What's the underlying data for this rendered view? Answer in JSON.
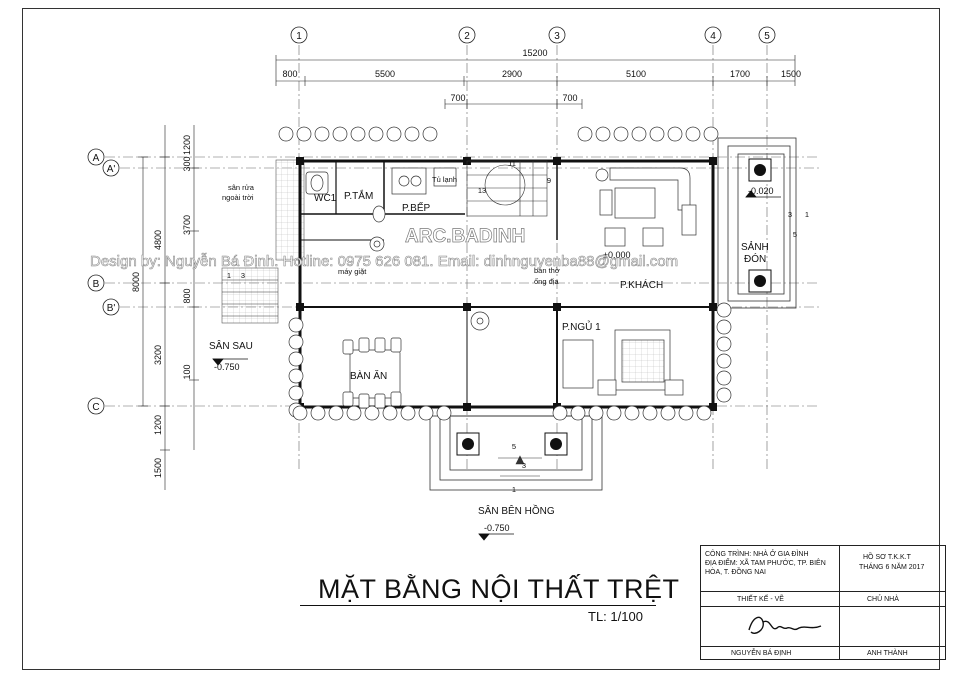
{
  "grid_axes": {
    "columns": [
      "1",
      "2",
      "3",
      "4",
      "5"
    ],
    "rows": [
      "A",
      "A'",
      "B",
      "B'",
      "C"
    ]
  },
  "dimensions": {
    "overall_width": "15200",
    "top_segments": [
      "800",
      "5500",
      "2900",
      "5100",
      "1700",
      "1500"
    ],
    "small_top": [
      "700",
      "700"
    ],
    "left_total": "8000",
    "left_segments": [
      "1200",
      "300",
      "3700",
      "4800",
      "800",
      "3200",
      "1200",
      "1500"
    ],
    "left_mid": "100"
  },
  "rooms": {
    "wc": "WC1",
    "bath": "P.TẮM",
    "kitchen": "P.BẾP",
    "fridge": "Tủ lạnh",
    "living": "P.KHÁCH",
    "bedroom": "P.NGỦ 1",
    "dining": "BÀN ĂN",
    "back_yard": "SÂN SAU",
    "side_yard": "SÂN BÊN HỒNG",
    "lobby_a": "SẢNH",
    "lobby_b": "ĐÓN",
    "washing_a": "sân rửa",
    "washing_b": "ngoài trời",
    "washer": "máy giặt",
    "altar_a": "bàn thờ",
    "altar_b": "ống địa"
  },
  "levels": {
    "back_yard": "-0.750",
    "side_yard": "-0.750",
    "lobby": "-0.020",
    "main": "±0.000"
  },
  "stair_numbers": [
    "11",
    "13",
    "9",
    "5",
    "1",
    "3",
    "3",
    "5",
    "1",
    "1",
    "3"
  ],
  "watermark": {
    "studio": "ARC.BADINH",
    "credit": "Design by: Nguyễn Bá Định. Hotline: 0975 626 081. Email: dinhnguyenba88@gmail.com"
  },
  "title": {
    "main": "MẶT BẰNG NỘI THẤT TRỆT",
    "scale": "TL: 1/100"
  },
  "title_block": {
    "project_line1": "CÔNG TRÌNH:    NHÀ Ở GIA ĐÌNH",
    "project_line2": "ĐỊA ĐIỂM: XÃ TAM PHƯỚC, TP. BIÊN",
    "project_line3": "HÒA, T. ĐỒNG NAI",
    "dossier": "HỒ SƠ T.K.K.T",
    "date": "THÁNG 6 NĂM 2017",
    "design_label": "THIẾT KẾ - VẼ",
    "designer": "NGUYỄN BÁ ĐỊNH",
    "owner_label": "CHỦ NHÀ",
    "owner": "ANH THÀNH"
  }
}
